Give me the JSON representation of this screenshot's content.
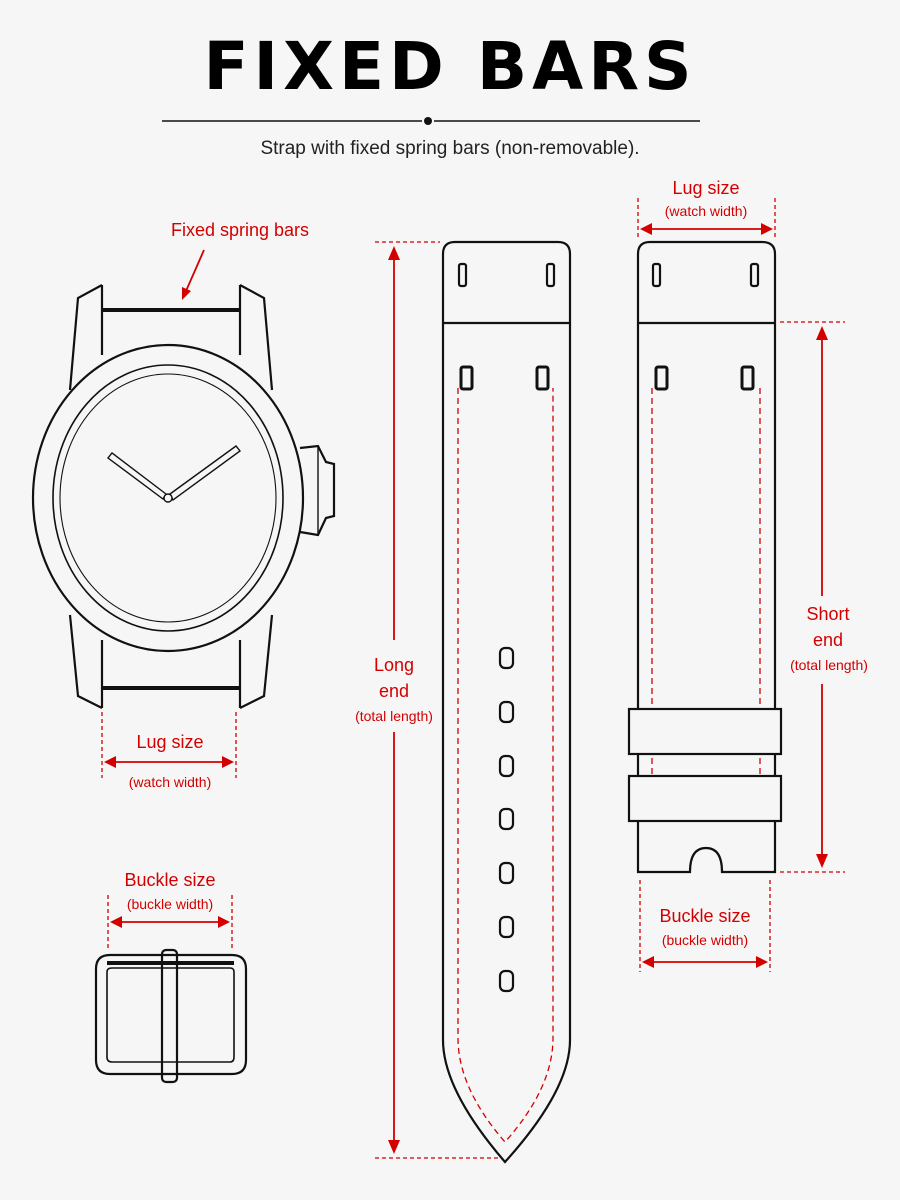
{
  "title": "FIXED BARS",
  "subtitle": "Strap with fixed spring bars (non-removable).",
  "labels": {
    "fixed_spring_bars": "Fixed spring bars",
    "lug_size_watch": "Lug size",
    "lug_size_watch_sub": "(watch width)",
    "buckle_size_left": "Buckle size",
    "buckle_size_left_sub": "(buckle width)",
    "long_end_line1": "Long",
    "long_end_line2": "end",
    "long_end_sub": "(total length)",
    "lug_size_top": "Lug size",
    "lug_size_top_sub": "(watch width)",
    "short_end_line1": "Short",
    "short_end_line2": "end",
    "short_end_sub": "(total length)",
    "buckle_size_right": "Buckle size",
    "buckle_size_right_sub": "(buckle width)"
  },
  "colors": {
    "line": "#111111",
    "annotation": "#d40000",
    "background": "#f6f6f6"
  }
}
